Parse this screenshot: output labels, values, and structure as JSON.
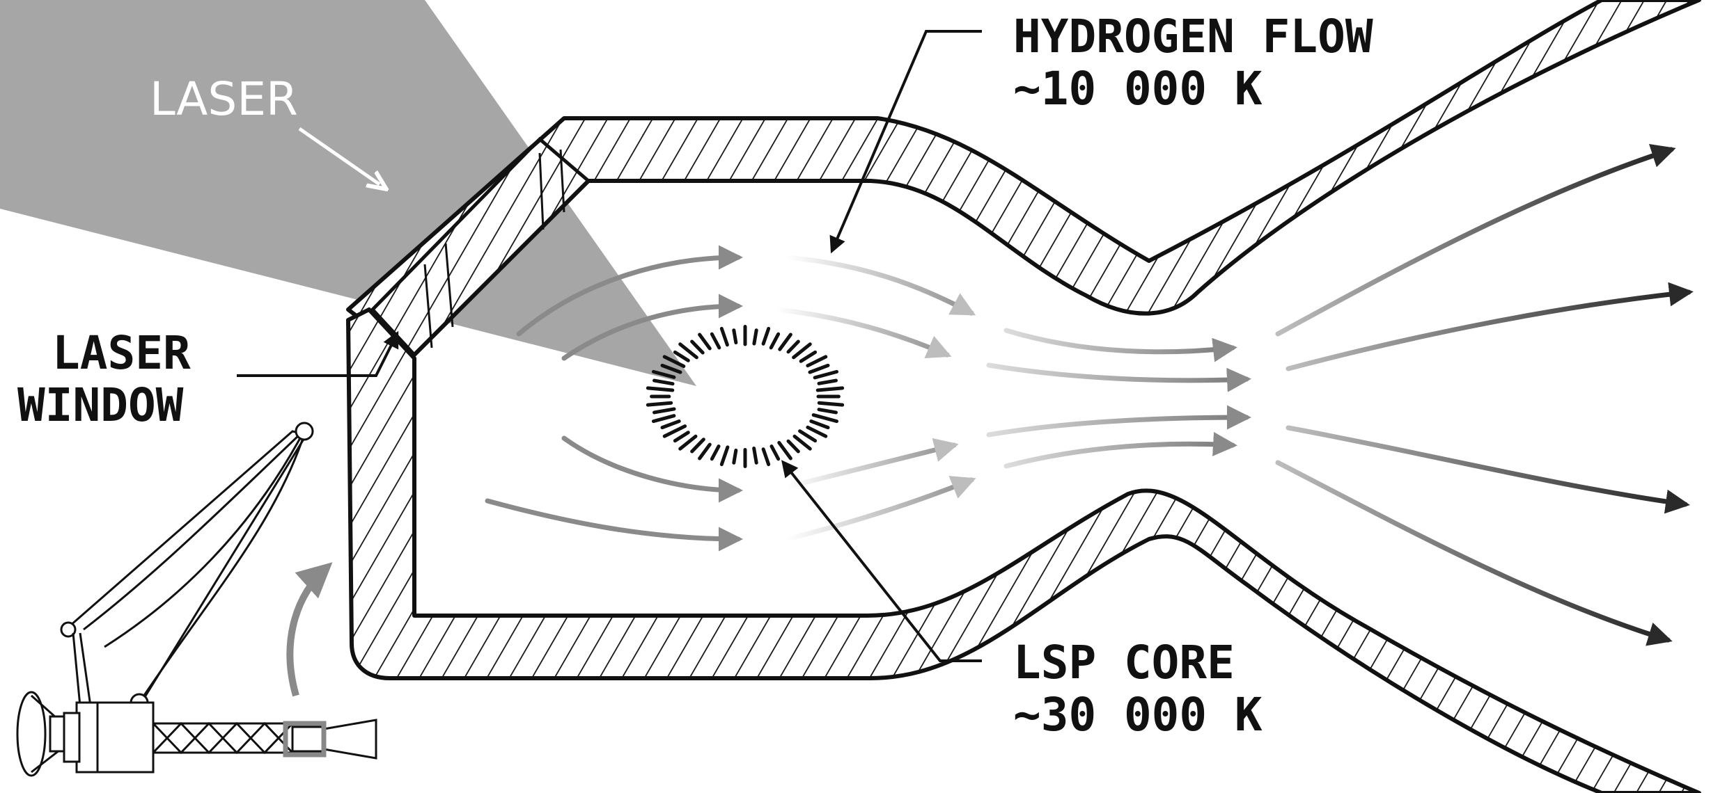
{
  "labels": {
    "laser": "LASER",
    "laser_window_line1": "LASER",
    "laser_window_line2": "WINDOW",
    "hydrogen_flow_line1": "HYDROGEN FLOW",
    "hydrogen_flow_line2": "~10 000 K",
    "lsp_core_line1": "LSP CORE",
    "lsp_core_line2": "~30 000 K"
  },
  "colors": {
    "ink": "#111111",
    "laser_beam": "#a6a6a6",
    "flow_arrow": "#8a8a8a",
    "exhaust_arrow": "#2a2a2a",
    "highlight_box": "#888888"
  }
}
